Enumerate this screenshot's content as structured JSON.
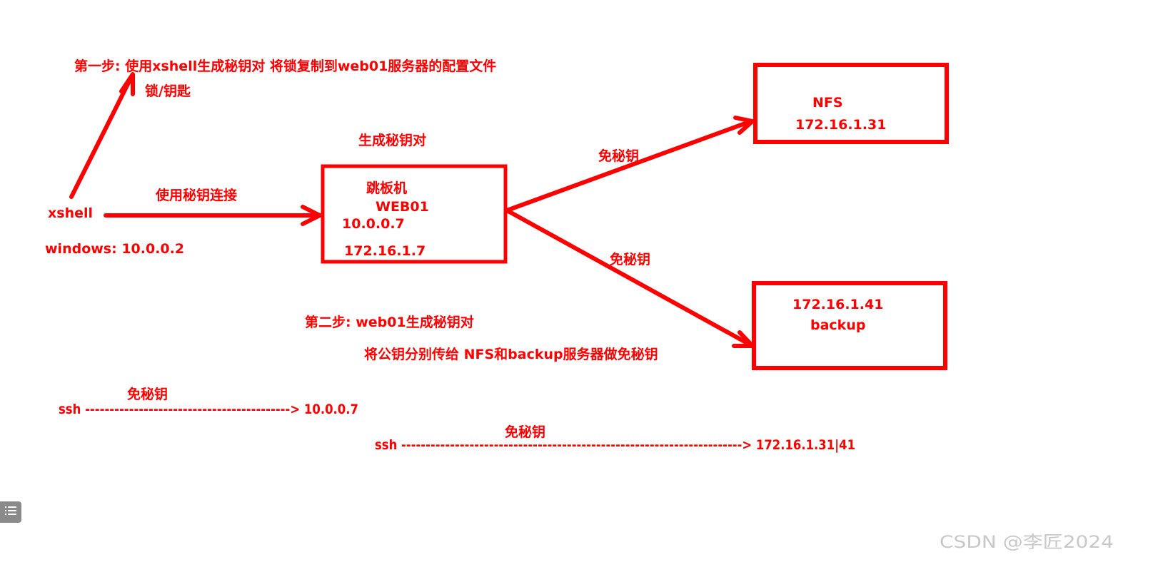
{
  "colors": {
    "primary": "#ff0000",
    "watermark": "#c8c8c8"
  },
  "labels": {
    "step1": "第一步: 使用xshell生成秘钥对 将锁复制到web01服务器的配置文件",
    "lock_key": "锁/钥匙",
    "generate_keypair": "生成秘钥对",
    "connect_with_key": "使用秘钥连接",
    "passwordless_nfs": "免秘钥",
    "passwordless_backup": "免秘钥",
    "step2": "第二步: web01生成秘钥对",
    "distribute_pubkey": "将公钥分别传给 NFS和backup服务器做免秘钥",
    "ssh1_label": "免秘钥",
    "ssh1_cmd": "ssh ------------------------------------------> 10.0.0.7",
    "ssh2_label": "免秘钥",
    "ssh2_cmd": "ssh  ----------------------------------------------------------------------> 172.16.1.31|41"
  },
  "nodes": {
    "xshell": {
      "name": "xshell",
      "ip": "windows: 10.0.0.2"
    },
    "web01": {
      "role": "跳板机",
      "name": "WEB01",
      "ip_public": "10.0.0.7",
      "ip_private": "172.16.1.7"
    },
    "nfs": {
      "name": "NFS",
      "ip": "172.16.1.31"
    },
    "backup": {
      "ip": "172.16.1.41",
      "name": "backup"
    }
  },
  "watermark": "CSDN @李匠2024",
  "toc_icon": "list-icon"
}
